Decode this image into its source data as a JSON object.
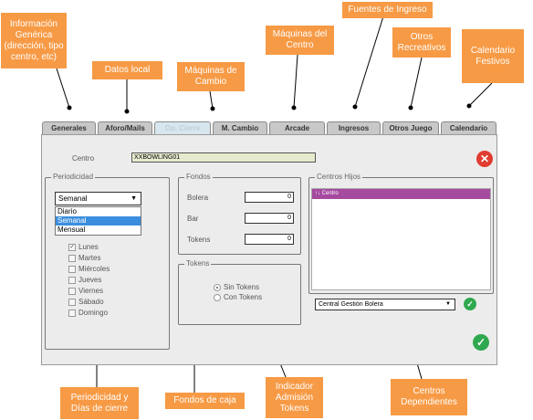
{
  "callouts": {
    "info": "Información Genérica (dirección, tipo centro, etc)",
    "datos": "Datos local",
    "cambio": "Máquinas de Cambio",
    "maquinas": "Máquinas del Centro",
    "fuentes": "Fuentes de Ingreso",
    "otros": "Otros Recreativos",
    "calendario": "Calendario Festivos",
    "periodicidad": "Periodicidad y Días de cierre",
    "fondos": "Fondos de caja",
    "indicador": "Indicador Admisión Tokens",
    "centros": "Centros Dependientes"
  },
  "tabs": [
    "Generales",
    "Aforo/Mails",
    "Op. Cierre",
    "M. Cambio",
    "Arcade",
    "Ingresos",
    "Otros Juego",
    "Calendario"
  ],
  "form": {
    "centro_label": "Centro",
    "centro_value": "XXBOWLING01",
    "periodicidad": {
      "legend": "Periodicidad",
      "selected": "Semanal",
      "options": [
        "Diario",
        "Semanal",
        "Mensual"
      ],
      "days": [
        {
          "label": "Lunes",
          "checked": true
        },
        {
          "label": "Martes",
          "checked": false
        },
        {
          "label": "Miércoles",
          "checked": false
        },
        {
          "label": "Jueves",
          "checked": false
        },
        {
          "label": "Viernes",
          "checked": false
        },
        {
          "label": "Sábado",
          "checked": false
        },
        {
          "label": "Domingo",
          "checked": false
        }
      ]
    },
    "fondos": {
      "legend": "Fondos",
      "rows": [
        {
          "label": "Bolera",
          "value": "0"
        },
        {
          "label": "Bar",
          "value": "0"
        },
        {
          "label": "Tokens",
          "value": "0"
        }
      ]
    },
    "tokens": {
      "legend": "Tokens",
      "options": [
        "Sin Tokens",
        "Con Tokens"
      ],
      "selected": "Sin Tokens"
    },
    "centros_hijos": {
      "legend": "Centros Hijos",
      "column_header": "Centro",
      "dropdown_value": "Central Gestión Bolera"
    }
  },
  "colors": {
    "callout": "#f79a45",
    "header": "#a64aa0",
    "ok": "#2fa84f",
    "close": "#e03c31"
  }
}
